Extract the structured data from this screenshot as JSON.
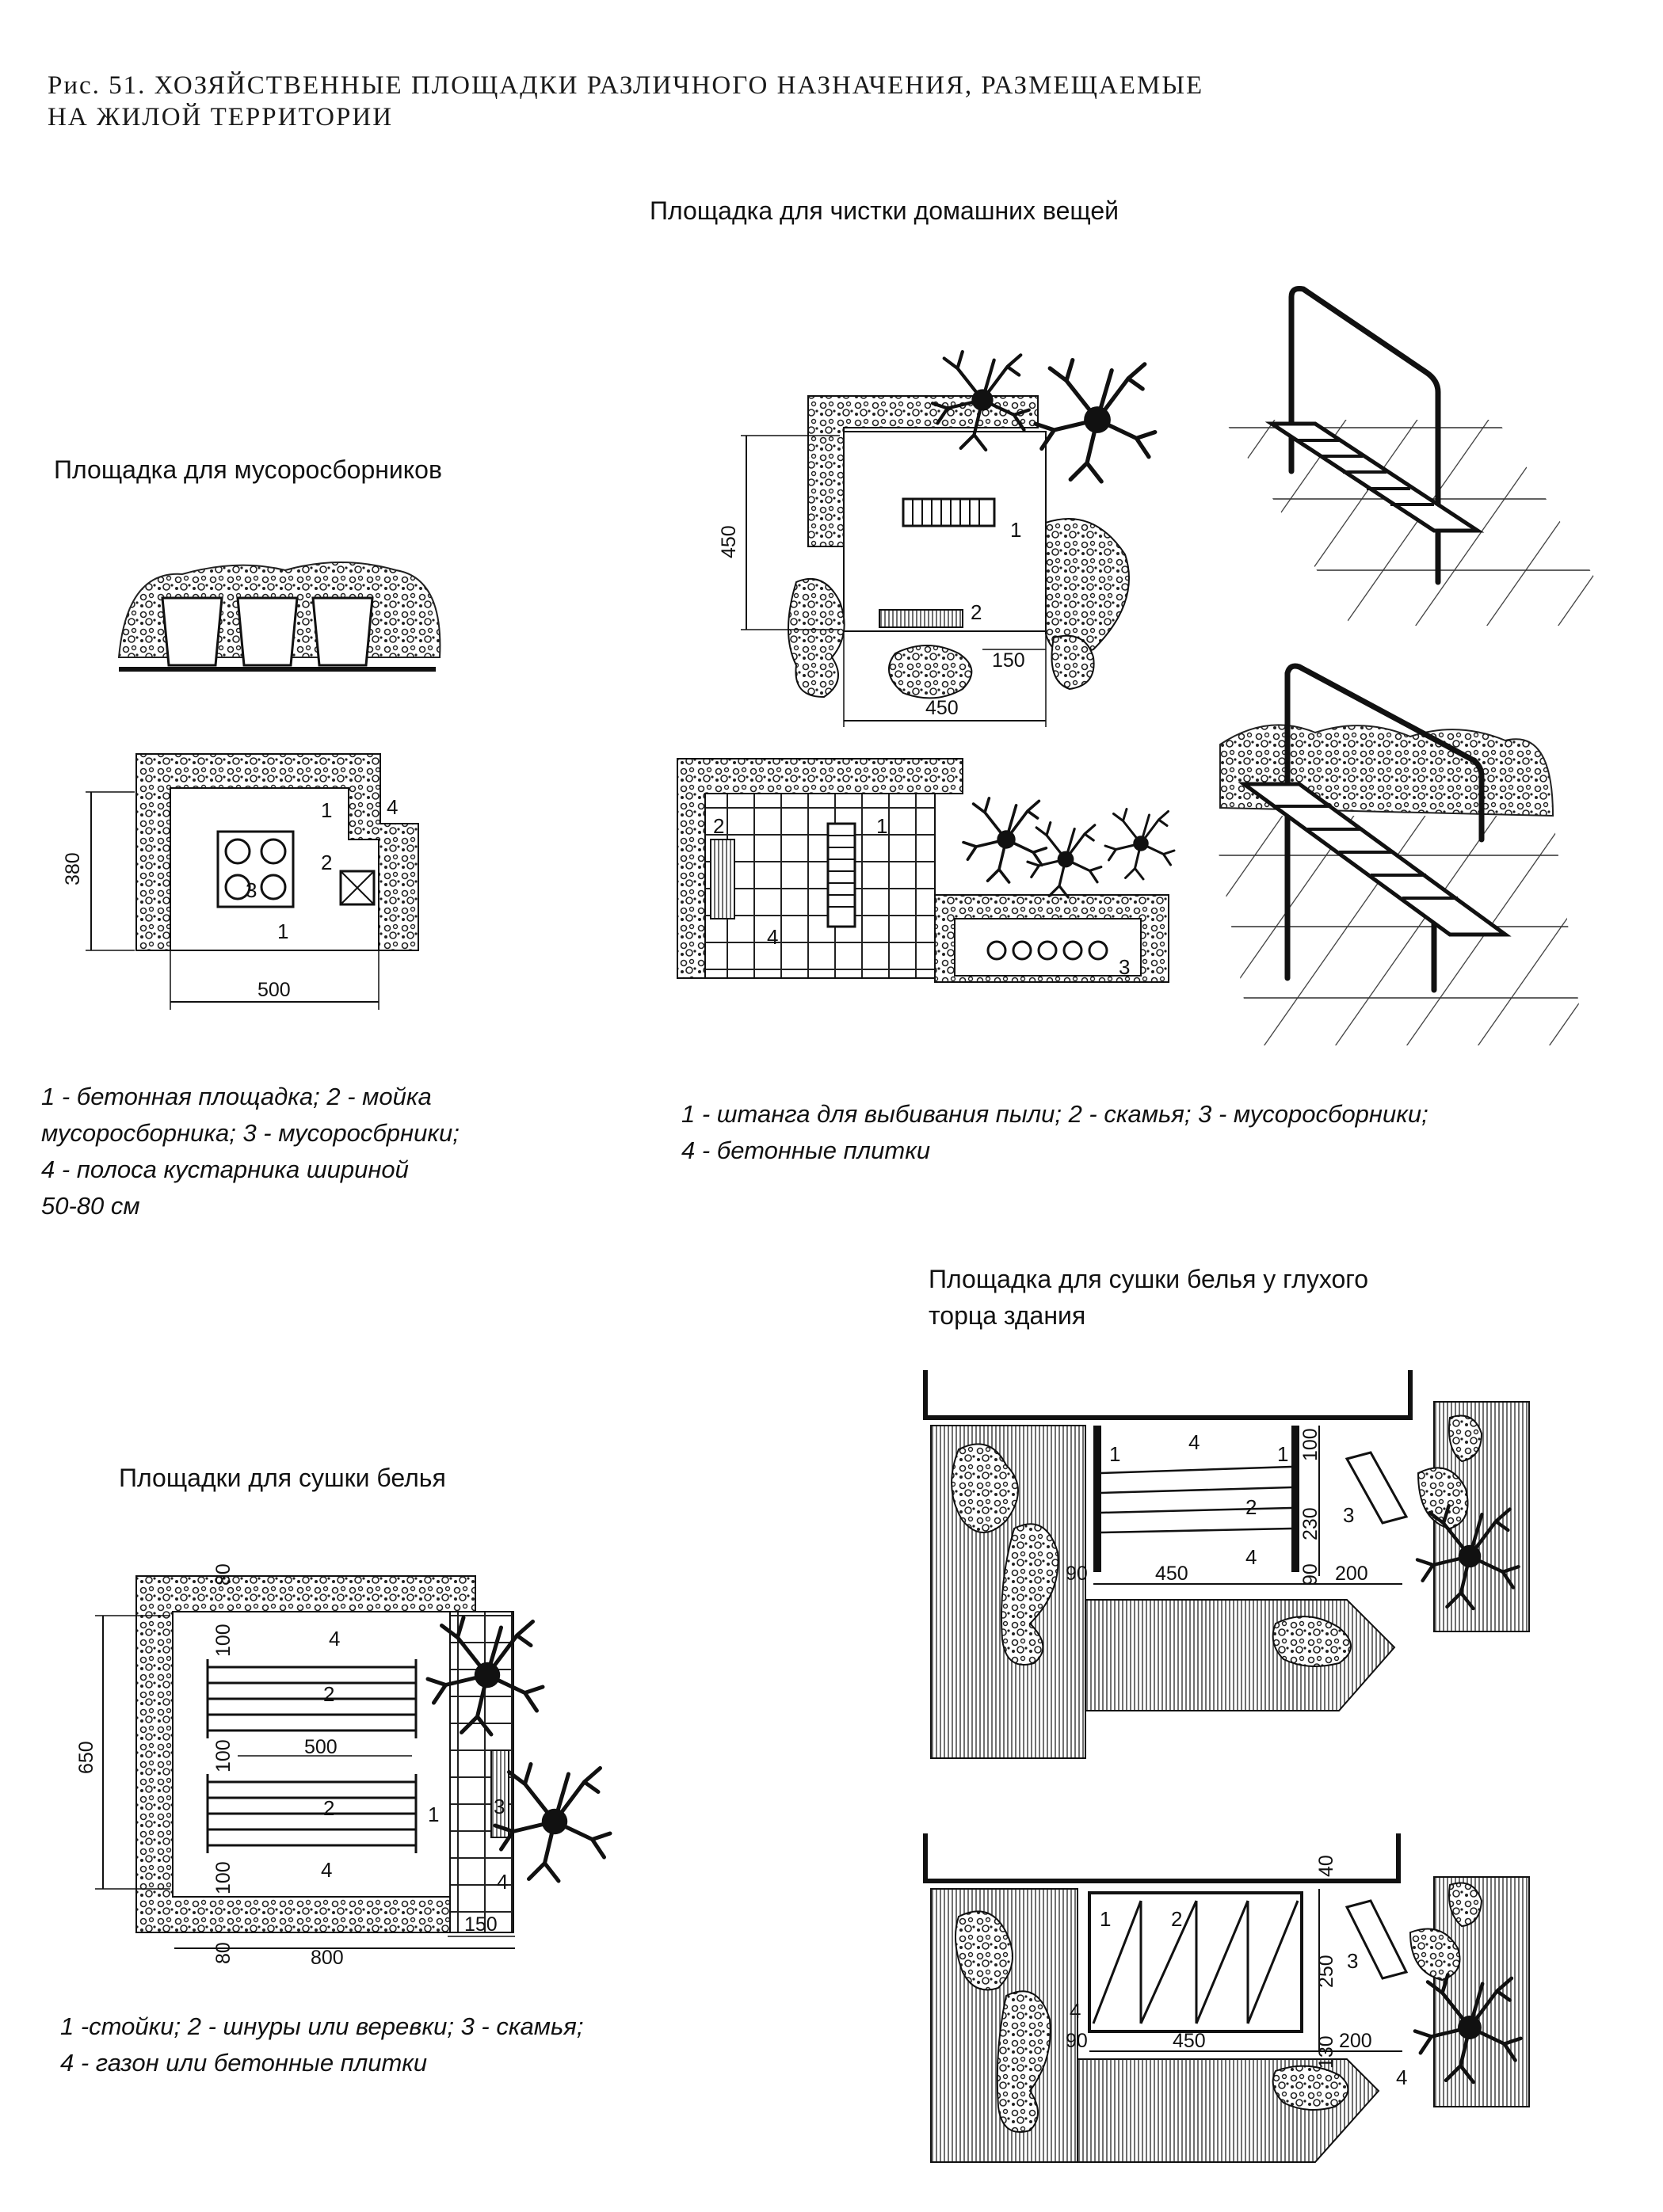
{
  "title": {
    "line1": "Рис. 51. ХОЗЯЙСТВЕННЫЕ ПЛОЩАДКИ РАЗЛИЧНОГО НАЗНАЧЕНИЯ,   РАЗМЕЩАЕМЫЕ",
    "line2": "НА ЖИЛОЙ ТЕРРИТОРИИ"
  },
  "panels": {
    "cleaning": {
      "heading": "Площадка  для чистки  домашних  вещей",
      "labels": [
        "1",
        "2",
        "1",
        "2",
        "3",
        "4"
      ],
      "dims": [
        "450",
        "150",
        "450"
      ],
      "caption_line1": "1 - штанга  для  выбивания  пыли; 2 - скамья; 3 - мусоросборники;",
      "caption_line2": "4 - бетонные  плитки"
    },
    "garbage": {
      "heading": "Площадка   для  мусоросборников",
      "labels": [
        "1",
        "4",
        "2",
        "3",
        "1"
      ],
      "dims": [
        "380",
        "500"
      ],
      "caption_line1": "1 - бетонная  площадка; 2 - мойка",
      "caption_line2": "мусоросборника; 3 - мусоросбрники;",
      "caption_line3": "4 - полоса  кустарника  шириной",
      "caption_line4": "50-80 см"
    },
    "drying": {
      "heading": "Площадки  для  сушки  белья",
      "labels": [
        "4",
        "2",
        "2",
        "1",
        "3",
        "4",
        "4"
      ],
      "dims": [
        "80",
        "100",
        "100",
        "500",
        "100",
        "650",
        "150",
        "80",
        "800"
      ],
      "caption_line1": "1 -стойки; 2 - шнуры  или  веревки; 3 - скамья;",
      "caption_line2": "4 - газон  или  бетонные  плитки"
    },
    "drying_wall": {
      "heading_line1": "Площадка  для  сушки  белья  у  глухого",
      "heading_line2": "торца  здания",
      "plan1_labels": [
        "1",
        "4",
        "1",
        "2",
        "4",
        "3"
      ],
      "plan1_dims": [
        "100",
        "230",
        "90",
        "450",
        "90",
        "200"
      ],
      "plan2_labels": [
        "1",
        "2",
        "4",
        "3",
        "4"
      ],
      "plan2_dims": [
        "40",
        "250",
        "90",
        "450",
        "130",
        "200"
      ]
    }
  }
}
